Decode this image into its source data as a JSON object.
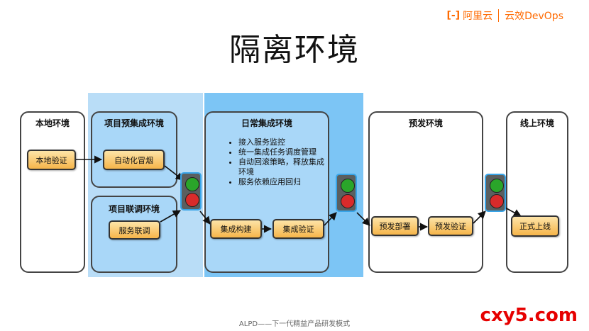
{
  "title": "隔离环境",
  "brand": {
    "logo_mark": "[-]",
    "logo_text": "阿里云",
    "product": "云效DevOps",
    "accent": "#ff6a00"
  },
  "stages": {
    "local": {
      "title": "本地环境",
      "nodes": [
        "本地验证"
      ]
    },
    "project_pre": {
      "title": "项目预集成环境",
      "nodes": [
        "自动化冒烟"
      ]
    },
    "project_joint": {
      "title": "项目联调环境",
      "nodes": [
        "服务联调"
      ]
    },
    "daily": {
      "title": "日常集成环境",
      "bullets": [
        "接入服务监控",
        "统一集成任务调度管理",
        "自动回滚策略，释放集成环境",
        "服务依赖应用回归"
      ],
      "nodes": [
        "集成构建",
        "集成验证"
      ]
    },
    "pre_release": {
      "title": "预发环境",
      "nodes": [
        "预发部署",
        "预发验证"
      ]
    },
    "online": {
      "title": "线上环境",
      "nodes": [
        "正式上线"
      ]
    }
  },
  "traffic_light": {
    "green": "#2aa52a",
    "red": "#d92b2b"
  },
  "footer": "ALPD——下一代精益产品研发模式",
  "watermark": "cxy5.com"
}
